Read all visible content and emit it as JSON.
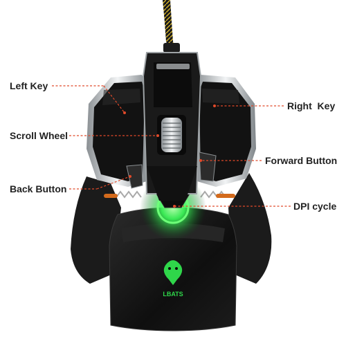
{
  "callouts": {
    "left_key": "Left Key",
    "scroll_wheel": "Scroll Wheel",
    "back_button": "Back Button",
    "right_key": "Right  Key",
    "forward_button": "Forward Button",
    "dpi_cycle": "DPI cycle"
  },
  "product": {
    "brand_mark": "LBATS"
  },
  "colors": {
    "leader_line": "#e14a2a",
    "mouse_body": "#141414",
    "trim": "#cfd3d6",
    "glow": "#3cff5a"
  }
}
